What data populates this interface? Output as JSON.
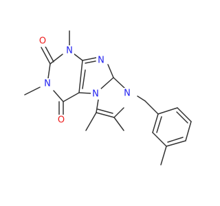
{
  "molecule": {
    "atoms": [
      {
        "id": "n1",
        "symbol": "N",
        "color": "#1f1ff0"
      },
      {
        "id": "n3",
        "symbol": "N",
        "color": "#1f1ff0"
      },
      {
        "id": "n7",
        "symbol": "N",
        "color": "#1f1ff0"
      },
      {
        "id": "n9",
        "symbol": "N",
        "color": "#1f1ff0"
      },
      {
        "id": "n_im",
        "symbol": "N",
        "color": "#1f1ff0"
      },
      {
        "id": "o2",
        "symbol": "O",
        "color": "#ee1c1c"
      },
      {
        "id": "o6",
        "symbol": "O",
        "color": "#ee1c1c"
      }
    ],
    "bond_color": "#333333"
  }
}
